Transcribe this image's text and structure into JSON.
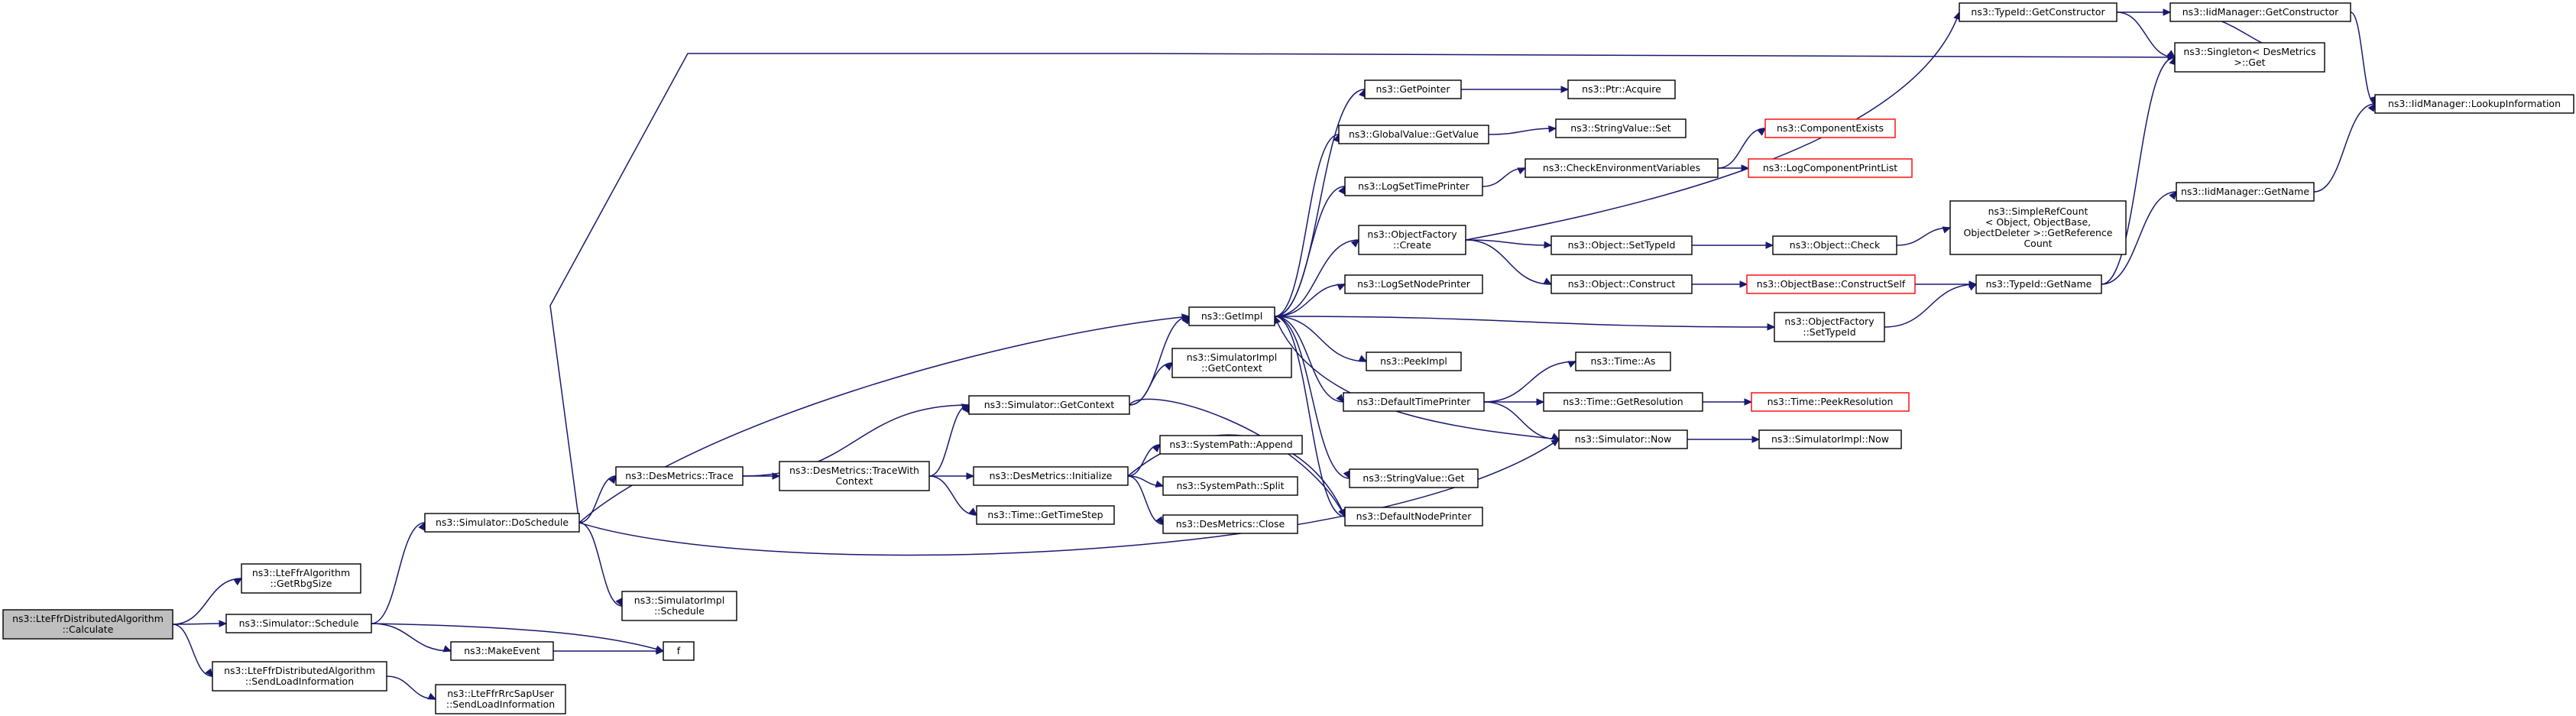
{
  "colors": {
    "edge": "#191970",
    "node_border": "#000000",
    "root_fill": "#bfbfbf",
    "truncated_border": "#ff0000",
    "background": "#ffffff"
  },
  "nodes": {
    "calculate": {
      "lines": [
        "ns3::LteFfrDistributedAlgorithm",
        "::Calculate"
      ],
      "root": true
    },
    "getrbgsize": {
      "lines": [
        "ns3::LteFfrAlgorithm",
        "::GetRbgSize"
      ]
    },
    "schedule": {
      "lines": [
        "ns3::Simulator::Schedule"
      ]
    },
    "sendloadinfo_algo": {
      "lines": [
        "ns3::LteFfrDistributedAlgorithm",
        "::SendLoadInformation"
      ]
    },
    "doschedule": {
      "lines": [
        "ns3::Simulator::DoSchedule"
      ]
    },
    "makeevent": {
      "lines": [
        "ns3::MakeEvent"
      ]
    },
    "f": {
      "lines": [
        "f"
      ]
    },
    "sendloadinfo_sap": {
      "lines": [
        "ns3::LteFfrRrcSapUser",
        "::SendLoadInformation"
      ]
    },
    "desmetrics_trace": {
      "lines": [
        "ns3::DesMetrics::Trace"
      ]
    },
    "simimpl_schedule": {
      "lines": [
        "ns3::SimulatorImpl",
        "::Schedule"
      ]
    },
    "getimpl": {
      "lines": [
        "ns3::GetImpl"
      ]
    },
    "sim_getcontext": {
      "lines": [
        "ns3::Simulator::GetContext"
      ]
    },
    "sim_now": {
      "lines": [
        "ns3::Simulator::Now"
      ]
    },
    "singleton_get": {
      "lines": [
        "ns3::Singleton< DesMetrics",
        " >::Get"
      ]
    },
    "tracewithcontext": {
      "lines": [
        "ns3::DesMetrics::TraceWith",
        "Context"
      ]
    },
    "desmetrics_initialize": {
      "lines": [
        "ns3::DesMetrics::Initialize"
      ]
    },
    "time_gettimestep": {
      "lines": [
        "ns3::Time::GetTimeStep"
      ]
    },
    "systempath_append": {
      "lines": [
        "ns3::SystemPath::Append"
      ]
    },
    "systempath_split": {
      "lines": [
        "ns3::SystemPath::Split"
      ]
    },
    "desmetrics_close": {
      "lines": [
        "ns3::DesMetrics::Close"
      ]
    },
    "simimpl_getcontext": {
      "lines": [
        "ns3::SimulatorImpl",
        "::GetContext"
      ]
    },
    "getpointer": {
      "lines": [
        "ns3::GetPointer"
      ]
    },
    "globalvalue_getvalue": {
      "lines": [
        "ns3::GlobalValue::GetValue"
      ]
    },
    "logsettimeprinter": {
      "lines": [
        "ns3::LogSetTimePrinter"
      ]
    },
    "objectfactory_create": {
      "lines": [
        "ns3::ObjectFactory",
        "::Create"
      ]
    },
    "logsetnodeprinter": {
      "lines": [
        "ns3::LogSetNodePrinter"
      ]
    },
    "peekimpl": {
      "lines": [
        "ns3::PeekImpl"
      ]
    },
    "defaulttimeprinter": {
      "lines": [
        "ns3::DefaultTimePrinter"
      ]
    },
    "stringvalue_get": {
      "lines": [
        "ns3::StringValue::Get"
      ]
    },
    "defaultnodeprinter": {
      "lines": [
        "ns3::DefaultNodePrinter"
      ]
    },
    "ptr_acquire": {
      "lines": [
        "ns3::Ptr::Acquire"
      ]
    },
    "stringvalue_set": {
      "lines": [
        "ns3::StringValue::Set"
      ]
    },
    "checkenvvars": {
      "lines": [
        "ns3::CheckEnvironmentVariables"
      ]
    },
    "object_settypeid": {
      "lines": [
        "ns3::Object::SetTypeId"
      ]
    },
    "object_construct": {
      "lines": [
        "ns3::Object::Construct"
      ]
    },
    "objectfactory_settypeid": {
      "lines": [
        "ns3::ObjectFactory",
        "::SetTypeId"
      ]
    },
    "time_as": {
      "lines": [
        "ns3::Time::As"
      ]
    },
    "time_getresolution": {
      "lines": [
        "ns3::Time::GetResolution"
      ]
    },
    "componentexists": {
      "lines": [
        "ns3::ComponentExists"
      ],
      "truncated": true
    },
    "logcomponentprintlist": {
      "lines": [
        "ns3::LogComponentPrintList"
      ],
      "truncated": true
    },
    "object_check": {
      "lines": [
        "ns3::Object::Check"
      ]
    },
    "objectbase_constructself": {
      "lines": [
        "ns3::ObjectBase::ConstructSelf"
      ],
      "truncated": true
    },
    "simimpl_now": {
      "lines": [
        "ns3::SimulatorImpl::Now"
      ]
    },
    "time_peekresolution": {
      "lines": [
        "ns3::Time::PeekResolution"
      ],
      "truncated": true
    },
    "typeid_getconstructor": {
      "lines": [
        "ns3::TypeId::GetConstructor"
      ]
    },
    "simplerefcount": {
      "lines": [
        "ns3::SimpleRefCount",
        "< Object, ObjectBase,",
        " ObjectDeleter >::GetReference",
        "Count"
      ]
    },
    "typeid_getname": {
      "lines": [
        "ns3::TypeId::GetName"
      ]
    },
    "iidmanager_getconstructor": {
      "lines": [
        "ns3::IidManager::GetConstructor"
      ]
    },
    "iidmanager_getname": {
      "lines": [
        "ns3::IidManager::GetName"
      ]
    },
    "iidmanager_lookupinformation": {
      "lines": [
        "ns3::IidManager::LookupInformation"
      ]
    }
  }
}
